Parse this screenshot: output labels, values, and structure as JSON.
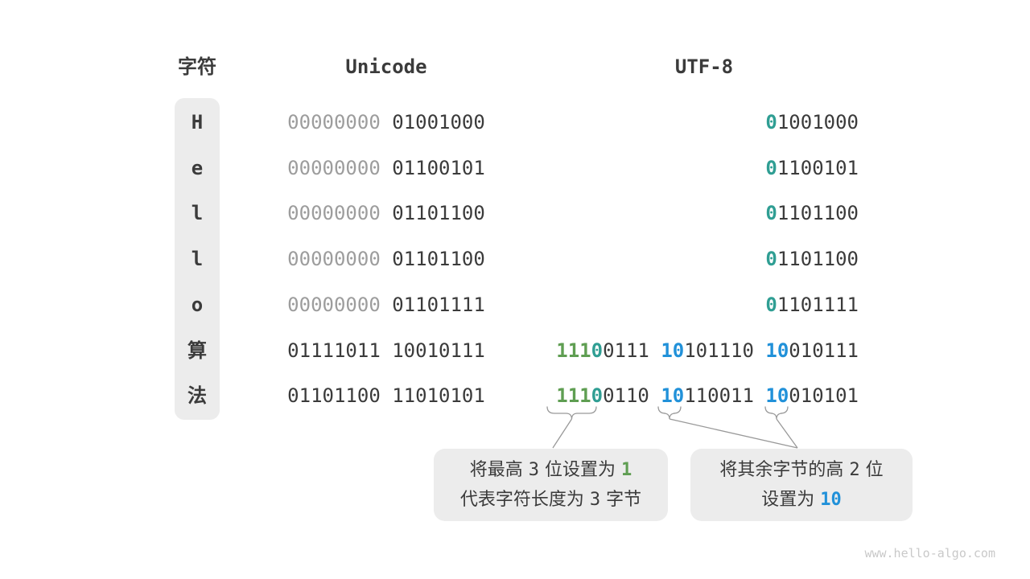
{
  "colors": {
    "text_dark": "#3b3b3b",
    "text_gray": "#9d9d9d",
    "green": "#5f9e52",
    "teal": "#2f9e93",
    "blue": "#2191d9",
    "box_background": "#ececec",
    "connector_line": "#999999",
    "watermark": "#c9c9c9"
  },
  "headers": {
    "char": "字符",
    "unicode": "Unicode",
    "utf8": "UTF-8"
  },
  "rows": [
    {
      "char": "H",
      "char_script": "latin",
      "unicode": [
        {
          "t": "00000000",
          "c": "gray"
        },
        {
          "t": " 01001000",
          "c": "dark"
        }
      ],
      "utf8": [
        {
          "t": "0",
          "c": "teal"
        },
        {
          "t": "1001000",
          "c": "dark"
        }
      ]
    },
    {
      "char": "e",
      "char_script": "latin",
      "unicode": [
        {
          "t": "00000000",
          "c": "gray"
        },
        {
          "t": " 01100101",
          "c": "dark"
        }
      ],
      "utf8": [
        {
          "t": "0",
          "c": "teal"
        },
        {
          "t": "1100101",
          "c": "dark"
        }
      ]
    },
    {
      "char": "l",
      "char_script": "latin",
      "unicode": [
        {
          "t": "00000000",
          "c": "gray"
        },
        {
          "t": " 01101100",
          "c": "dark"
        }
      ],
      "utf8": [
        {
          "t": "0",
          "c": "teal"
        },
        {
          "t": "1101100",
          "c": "dark"
        }
      ]
    },
    {
      "char": "l",
      "char_script": "latin",
      "unicode": [
        {
          "t": "00000000",
          "c": "gray"
        },
        {
          "t": " 01101100",
          "c": "dark"
        }
      ],
      "utf8": [
        {
          "t": "0",
          "c": "teal"
        },
        {
          "t": "1101100",
          "c": "dark"
        }
      ]
    },
    {
      "char": "o",
      "char_script": "latin",
      "unicode": [
        {
          "t": "00000000",
          "c": "gray"
        },
        {
          "t": " 01101111",
          "c": "dark"
        }
      ],
      "utf8": [
        {
          "t": "0",
          "c": "teal"
        },
        {
          "t": "1101111",
          "c": "dark"
        }
      ]
    },
    {
      "char": "算",
      "char_script": "cjk",
      "unicode": [
        {
          "t": "01111011 10010111",
          "c": "dark"
        }
      ],
      "utf8": [
        {
          "t": "111",
          "c": "green"
        },
        {
          "t": "0",
          "c": "teal"
        },
        {
          "t": "0111 ",
          "c": "dark"
        },
        {
          "t": "10",
          "c": "blue"
        },
        {
          "t": "101110 ",
          "c": "dark"
        },
        {
          "t": "10",
          "c": "blue"
        },
        {
          "t": "010111",
          "c": "dark"
        }
      ]
    },
    {
      "char": "法",
      "char_script": "cjk",
      "unicode": [
        {
          "t": "01101100 11010101",
          "c": "dark"
        }
      ],
      "utf8": [
        {
          "t": "111",
          "c": "green"
        },
        {
          "t": "0",
          "c": "teal"
        },
        {
          "t": "0110 ",
          "c": "dark"
        },
        {
          "t": "10",
          "c": "blue"
        },
        {
          "t": "110011 ",
          "c": "dark"
        },
        {
          "t": "10",
          "c": "blue"
        },
        {
          "t": "010101",
          "c": "dark"
        }
      ]
    }
  ],
  "callouts": [
    {
      "lines": [
        [
          {
            "t": "将最高 ",
            "c": "plain"
          },
          {
            "t": "3",
            "c": "num"
          },
          {
            "t": " 位设置为 ",
            "c": "plain"
          },
          {
            "t": "1",
            "c": "green"
          }
        ],
        [
          {
            "t": "代表字符长度为 ",
            "c": "plain"
          },
          {
            "t": "3",
            "c": "num"
          },
          {
            "t": " 字节",
            "c": "plain"
          }
        ]
      ]
    },
    {
      "lines": [
        [
          {
            "t": "将其余字节的高 ",
            "c": "plain"
          },
          {
            "t": "2",
            "c": "num"
          },
          {
            "t": " 位",
            "c": "plain"
          }
        ],
        [
          {
            "t": "设置为 ",
            "c": "plain"
          },
          {
            "t": "10",
            "c": "blue"
          }
        ]
      ]
    }
  ],
  "watermark": "www.hello-algo.com"
}
